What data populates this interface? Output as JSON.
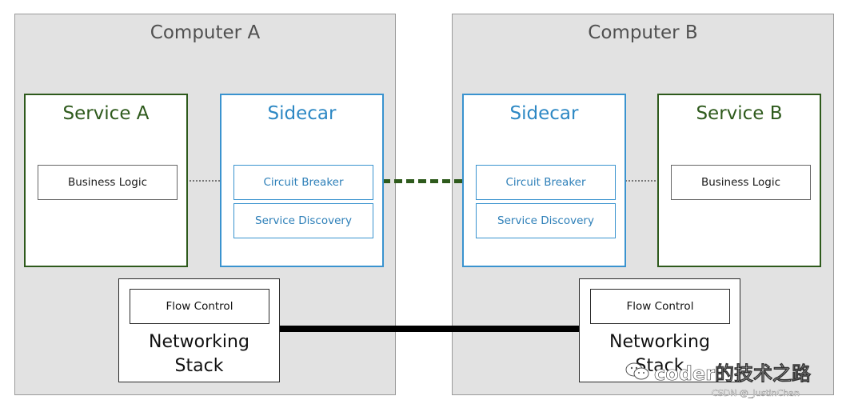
{
  "computer_a": {
    "title": "Computer A",
    "service": {
      "title": "Service A",
      "business_logic": "Business Logic"
    },
    "sidecar": {
      "title": "Sidecar",
      "circuit_breaker": "Circuit Breaker",
      "service_discovery": "Service Discovery"
    },
    "networking": {
      "flow_control": "Flow Control",
      "label_line1": "Networking",
      "label_line2": "Stack"
    }
  },
  "computer_b": {
    "title": "Computer B",
    "service": {
      "title": "Service B",
      "business_logic": "Business Logic"
    },
    "sidecar": {
      "title": "Sidecar",
      "circuit_breaker": "Circuit Breaker",
      "service_discovery": "Service Discovery"
    },
    "networking": {
      "flow_control": "Flow Control",
      "label_line1": "Networking",
      "label_line2": "Stack"
    }
  },
  "watermark": {
    "text": "coder的技术之路",
    "csdn": "CSDN @_JustinChan"
  },
  "colors": {
    "service_green": "#2e5a1c",
    "sidecar_blue": "#3a93cf",
    "computer_bg": "#e2e2e2"
  }
}
